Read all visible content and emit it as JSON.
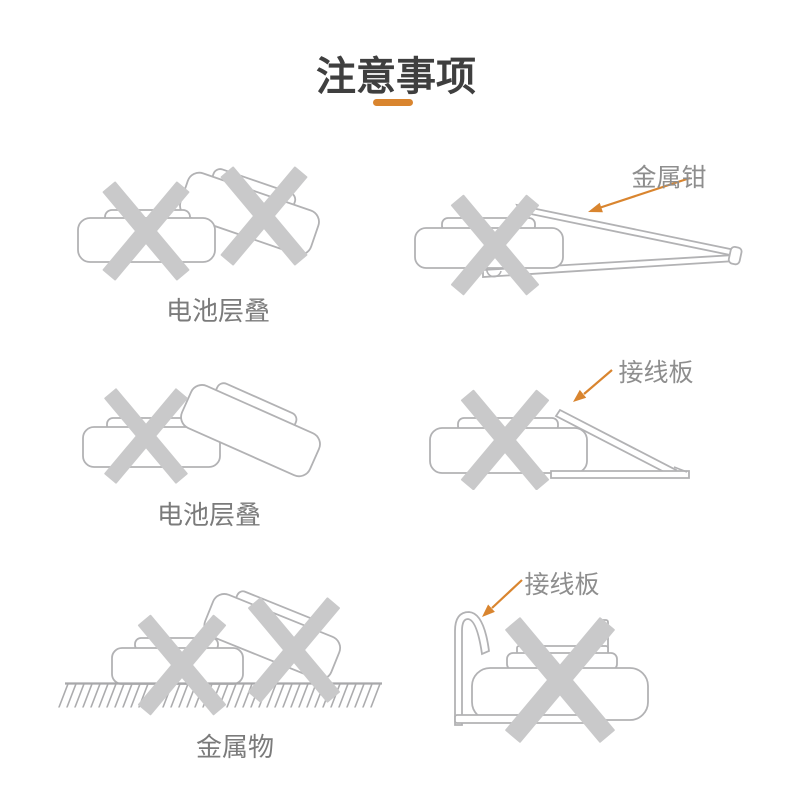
{
  "page": {
    "title": "注意事项"
  },
  "colors": {
    "accent_orange": "#d9852f",
    "prohibition_x_gray": "#c9c9ca",
    "line_art_gray": "#b2b2b4",
    "title_text": "#3f3f3f",
    "caption_text": "#7b7b7b",
    "annotation_text": "#8e8e8e",
    "background": "#ffffff"
  },
  "panels": [
    {
      "id": "battery-stacking-1",
      "caption": "电池层叠",
      "prohibition_marks": 2
    },
    {
      "id": "metal-pliers",
      "annotation": "金属钳",
      "prohibition_marks": 1
    },
    {
      "id": "battery-stacking-2",
      "caption": "电池层叠",
      "prohibition_marks": 1
    },
    {
      "id": "terminal-board-ramp",
      "annotation": "接线板",
      "prohibition_marks": 1
    },
    {
      "id": "metal-object",
      "caption": "金属物",
      "prohibition_marks": 2
    },
    {
      "id": "terminal-board-hook",
      "annotation": "接线板",
      "prohibition_marks": 1
    }
  ]
}
